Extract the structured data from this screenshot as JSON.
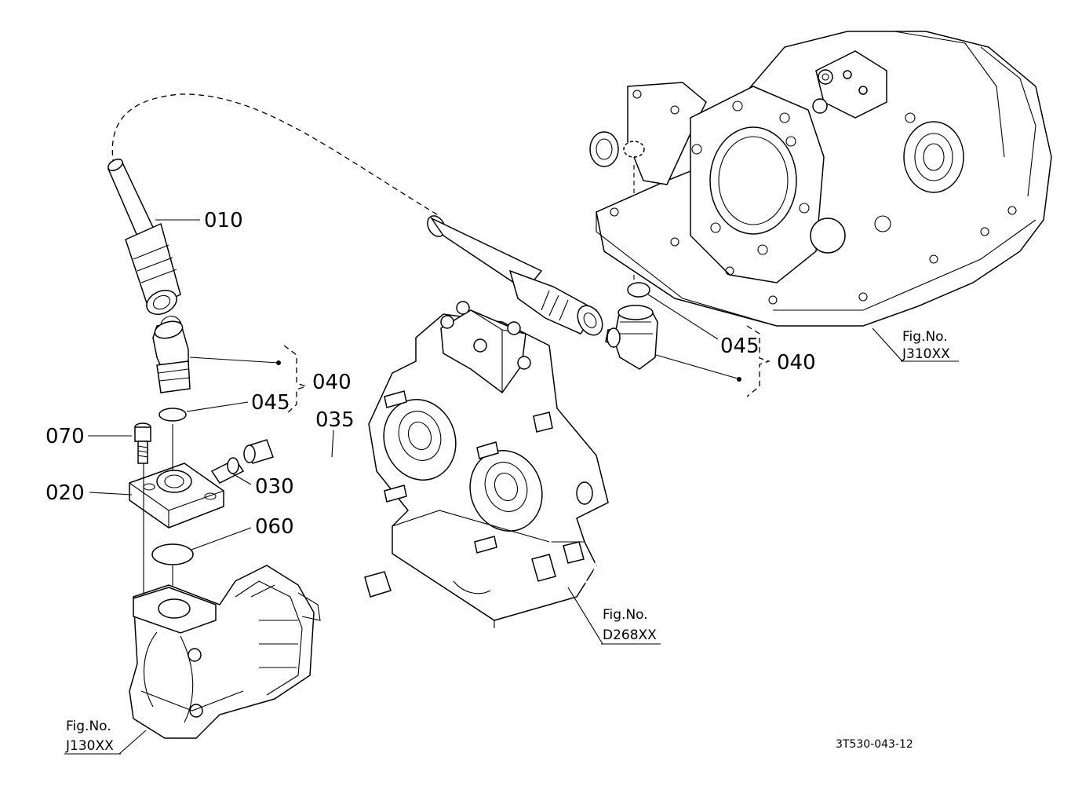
{
  "callouts": {
    "c010": "010",
    "c040_left": "040",
    "c045_left": "045",
    "c035": "035",
    "c070": "070",
    "c030": "030",
    "c020": "020",
    "c060": "060",
    "c045_right": "045",
    "c040_right": "040"
  },
  "figure_refs": {
    "j310_title": "Fig.No.",
    "j310_code": "J310XX",
    "d268_title": "Fig.No.",
    "d268_code": "D268XX",
    "j130_title": "Fig.No.",
    "j130_code": "J130XX"
  },
  "diagram_id": "3T530-043-12"
}
